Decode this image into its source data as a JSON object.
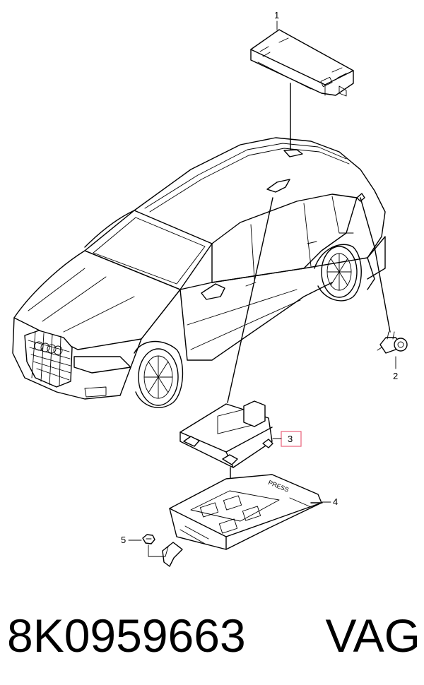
{
  "diagram": {
    "callouts": [
      {
        "id": "1",
        "label": "1"
      },
      {
        "id": "2",
        "label": "2"
      },
      {
        "id": "3",
        "label": "3"
      },
      {
        "id": "4",
        "label": "4"
      },
      {
        "id": "5",
        "label": "5"
      }
    ],
    "bracket_text": "PRESS",
    "highlight_color": "#e8627a"
  },
  "caption": {
    "part_number": "8K0959663",
    "brand": "VAG"
  }
}
